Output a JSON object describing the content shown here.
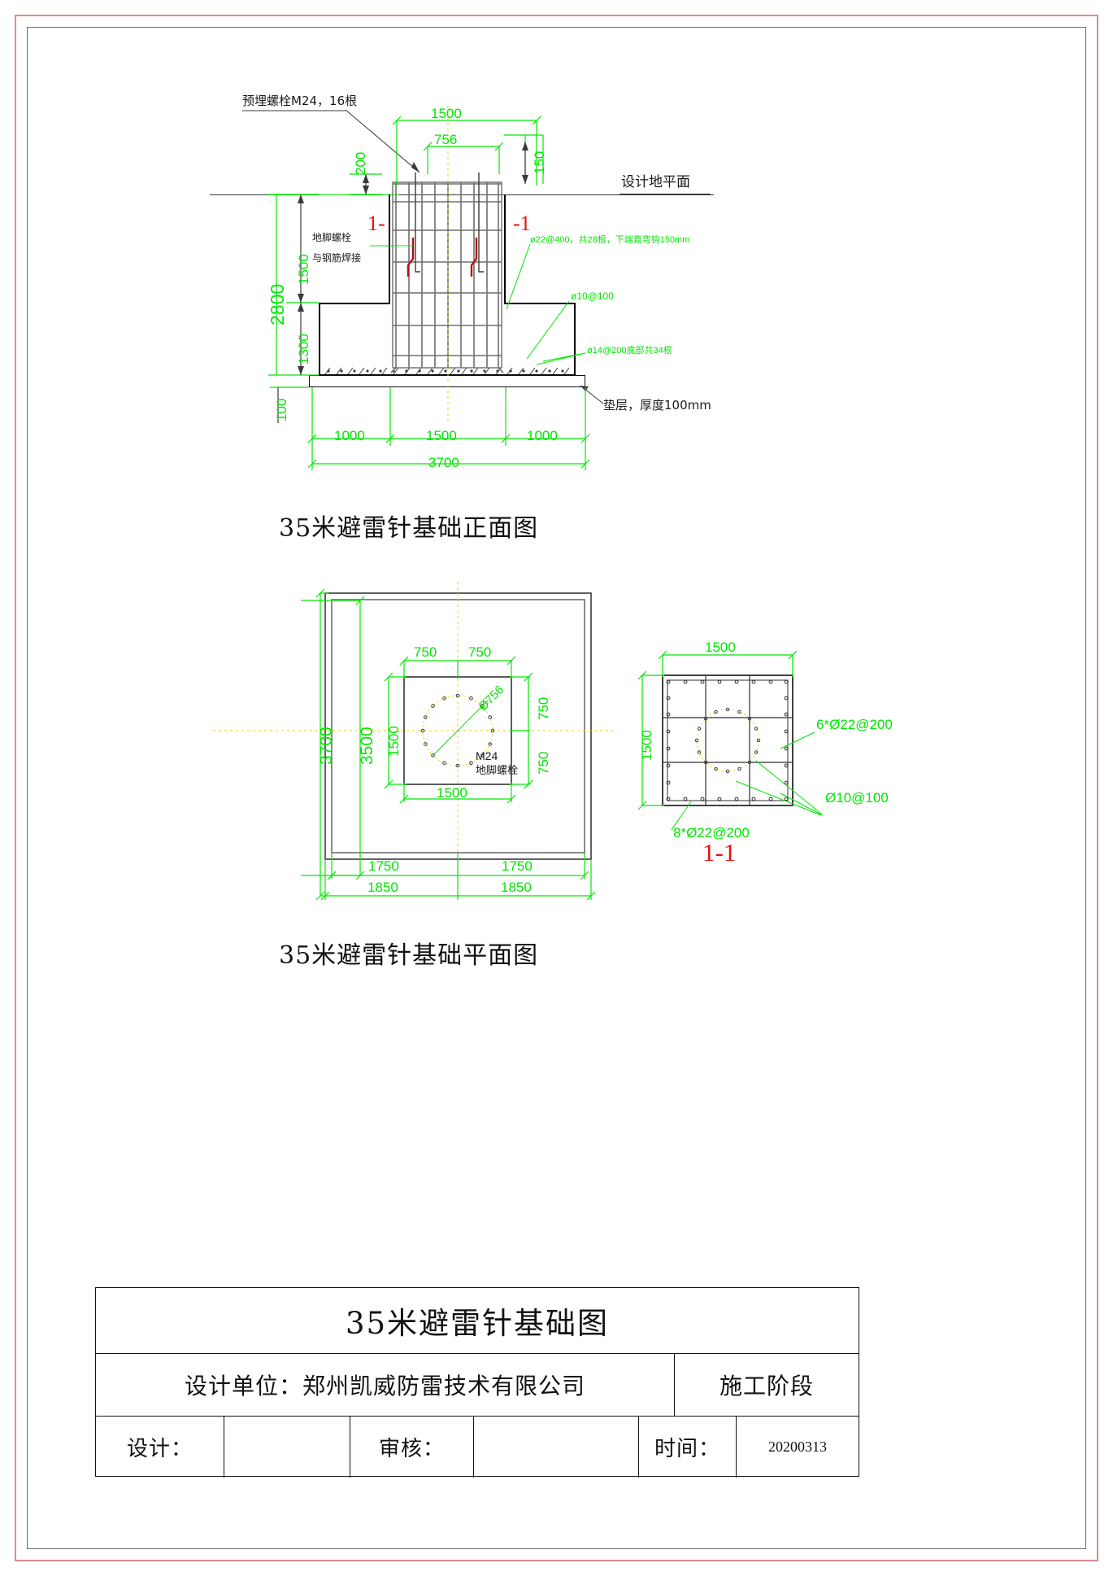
{
  "drawing": {
    "sheet_title": "35米避雷针基础图",
    "elevation_view_title": "35米避雷针基础正面图",
    "plan_view_title": "35米避雷针基础平面图",
    "section_label": "1-1",
    "section_mark_left": "1-",
    "section_mark_right": "-1"
  },
  "elevation": {
    "ground_line_label": "设计地平面",
    "anchor_bolt_note": "预埋螺栓M24，16根",
    "weld_note_line1": "地脚螺栓",
    "weld_note_line2": "与钢筋焊接",
    "rebar_note_vertical": "ø22@400，共28根，下端直弯钩150mm",
    "rebar_note_stirrup": "ø10@100",
    "rebar_note_bottom": "ø14@200底部共34根",
    "cushion_note": "垫层，厚度100mm",
    "dims": {
      "top_width": "1500",
      "bolt_circle": "756",
      "edge_right": "150",
      "above_ground": "200",
      "pier_height": "1500",
      "total_depth": "2800",
      "footing_depth": "1300",
      "cushion_thickness": "100",
      "base_left": "1000",
      "base_mid": "1500",
      "base_right": "1000",
      "base_total": "3700"
    }
  },
  "plan": {
    "bolt_label_line1": "M24",
    "bolt_label_line2": "地脚螺栓",
    "bolt_circle_dia": "Ø756",
    "dims": {
      "outer_total": "3700",
      "inner_total": "3500",
      "pier_width_v": "1500",
      "pier_width_h": "1500",
      "half_left": "750",
      "half_right": "750",
      "half_top": "750",
      "half_bottom": "750",
      "bottom_1750_left": "1750",
      "bottom_1750_right": "1750",
      "bottom_1850_left": "1850",
      "bottom_1850_right": "1850"
    }
  },
  "section": {
    "title": "1-1",
    "dim_width": "1500",
    "dim_height": "1500",
    "note_top_right": "6*Ø22@200",
    "note_bottom_left": "8*Ø22@200",
    "note_stirrup": "Ø10@100"
  },
  "title_block": {
    "title": "35米避雷针基础图",
    "design_unit_label": "设计单位：郑州凯威防雷技术有限公司",
    "stage": "施工阶段",
    "designer_label": "设计：",
    "designer_value": "",
    "reviewer_label": "审核：",
    "reviewer_value": "",
    "date_label": "时间：",
    "date_value": "20200313"
  },
  "colors": {
    "dimension_green": "#00e800",
    "marker_red": "#e81010",
    "object_black": "#1a1a1a",
    "rebar_grey": "#6e6e6e",
    "centerline_yellow": "#f0d000",
    "frame_pink": "#e08b8b"
  }
}
